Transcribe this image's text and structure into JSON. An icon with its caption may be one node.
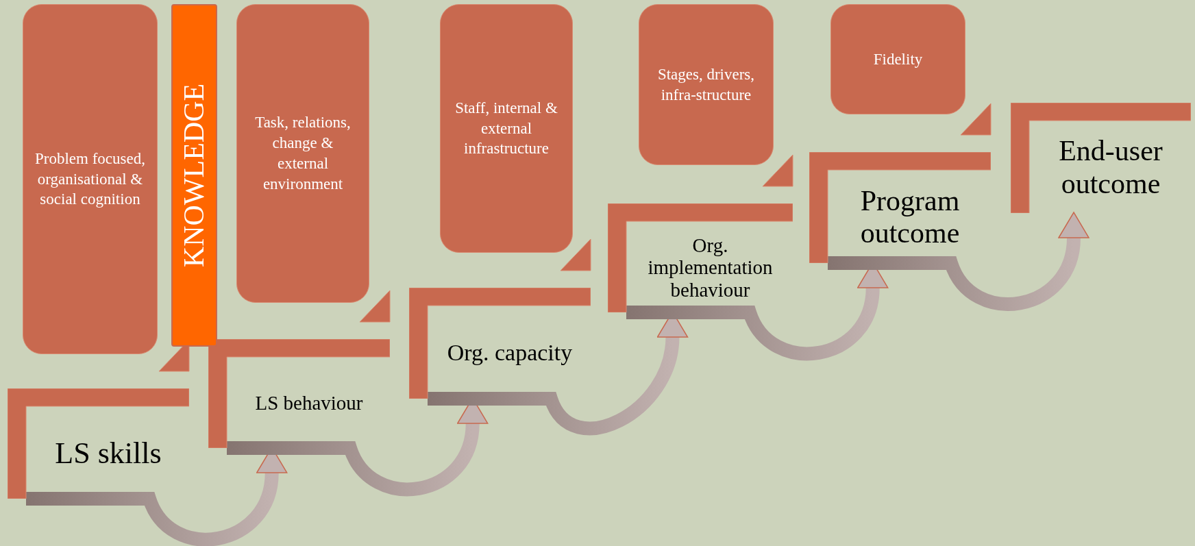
{
  "diagram": {
    "nodes": [
      {
        "text": [
          "LS skills"
        ]
      },
      {
        "text": [
          "LS behaviour"
        ]
      },
      {
        "text": [
          "Org. capacity"
        ]
      },
      {
        "text": [
          "Org. implementation behaviour"
        ]
      },
      {
        "text": [
          "Program outcome"
        ]
      },
      {
        "text": [
          "End-user outcome"
        ]
      },
      {
        "text": [
          "Problem focused, organisational & social cognition"
        ]
      },
      {
        "text": [
          "KNOWLEDGE"
        ]
      },
      {
        "text": [
          "Task, relations, change & external environment"
        ]
      },
      {
        "text": [
          "Staff, internal & external infrastructure"
        ]
      },
      {
        "text": [
          "Stages, drivers, infra-structure"
        ]
      },
      {
        "text": [
          "Fidelity"
        ]
      }
    ],
    "edges": [
      {
        "from": 0,
        "to": 1,
        "arrow": "to"
      },
      {
        "from": 1,
        "to": 2,
        "arrow": "to"
      },
      {
        "from": 2,
        "to": 3,
        "arrow": "to"
      },
      {
        "from": 3,
        "to": 4,
        "arrow": "to"
      },
      {
        "from": 4,
        "to": 5,
        "arrow": "to"
      }
    ]
  }
}
